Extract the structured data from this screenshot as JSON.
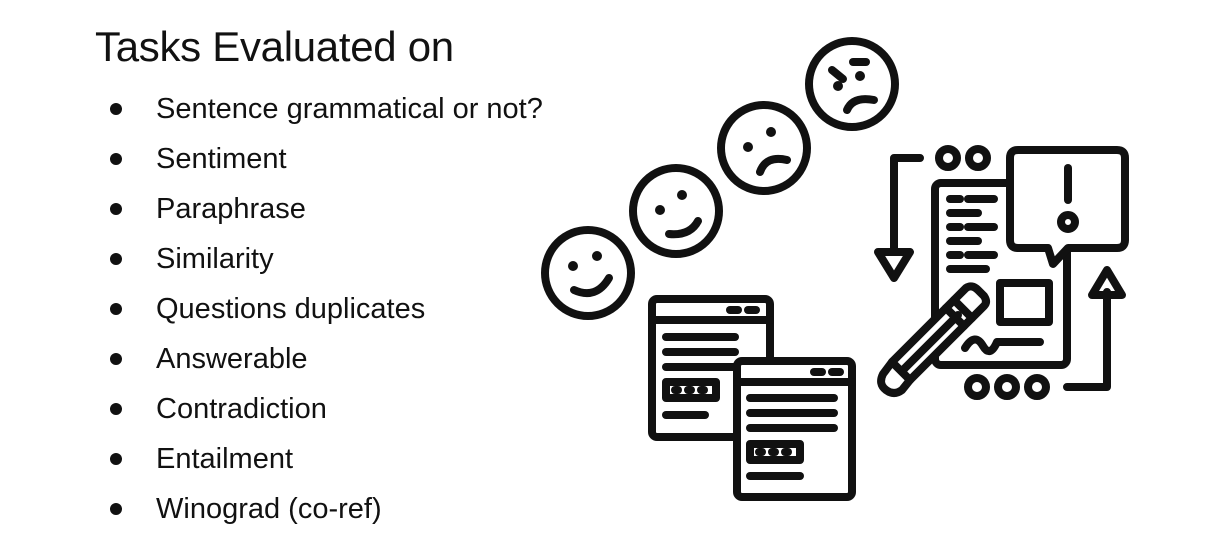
{
  "slide": {
    "title": "Tasks Evaluated on",
    "tasks": [
      "Sentence grammatical or not?",
      "Sentiment",
      "Paraphrase",
      "Similarity",
      "Questions duplicates",
      "Answerable",
      "Contradiction",
      "Entailment",
      "Winograd (co-ref)"
    ]
  },
  "illustration": {
    "icons": [
      "happy-face-icon",
      "smiling-face-icon",
      "sad-face-icon",
      "angry-face-icon",
      "document-window-icon",
      "clipboard-checklist-icon",
      "exclamation-speech-bubble-icon",
      "pencil-icon"
    ],
    "stroke_color": "#111111"
  }
}
